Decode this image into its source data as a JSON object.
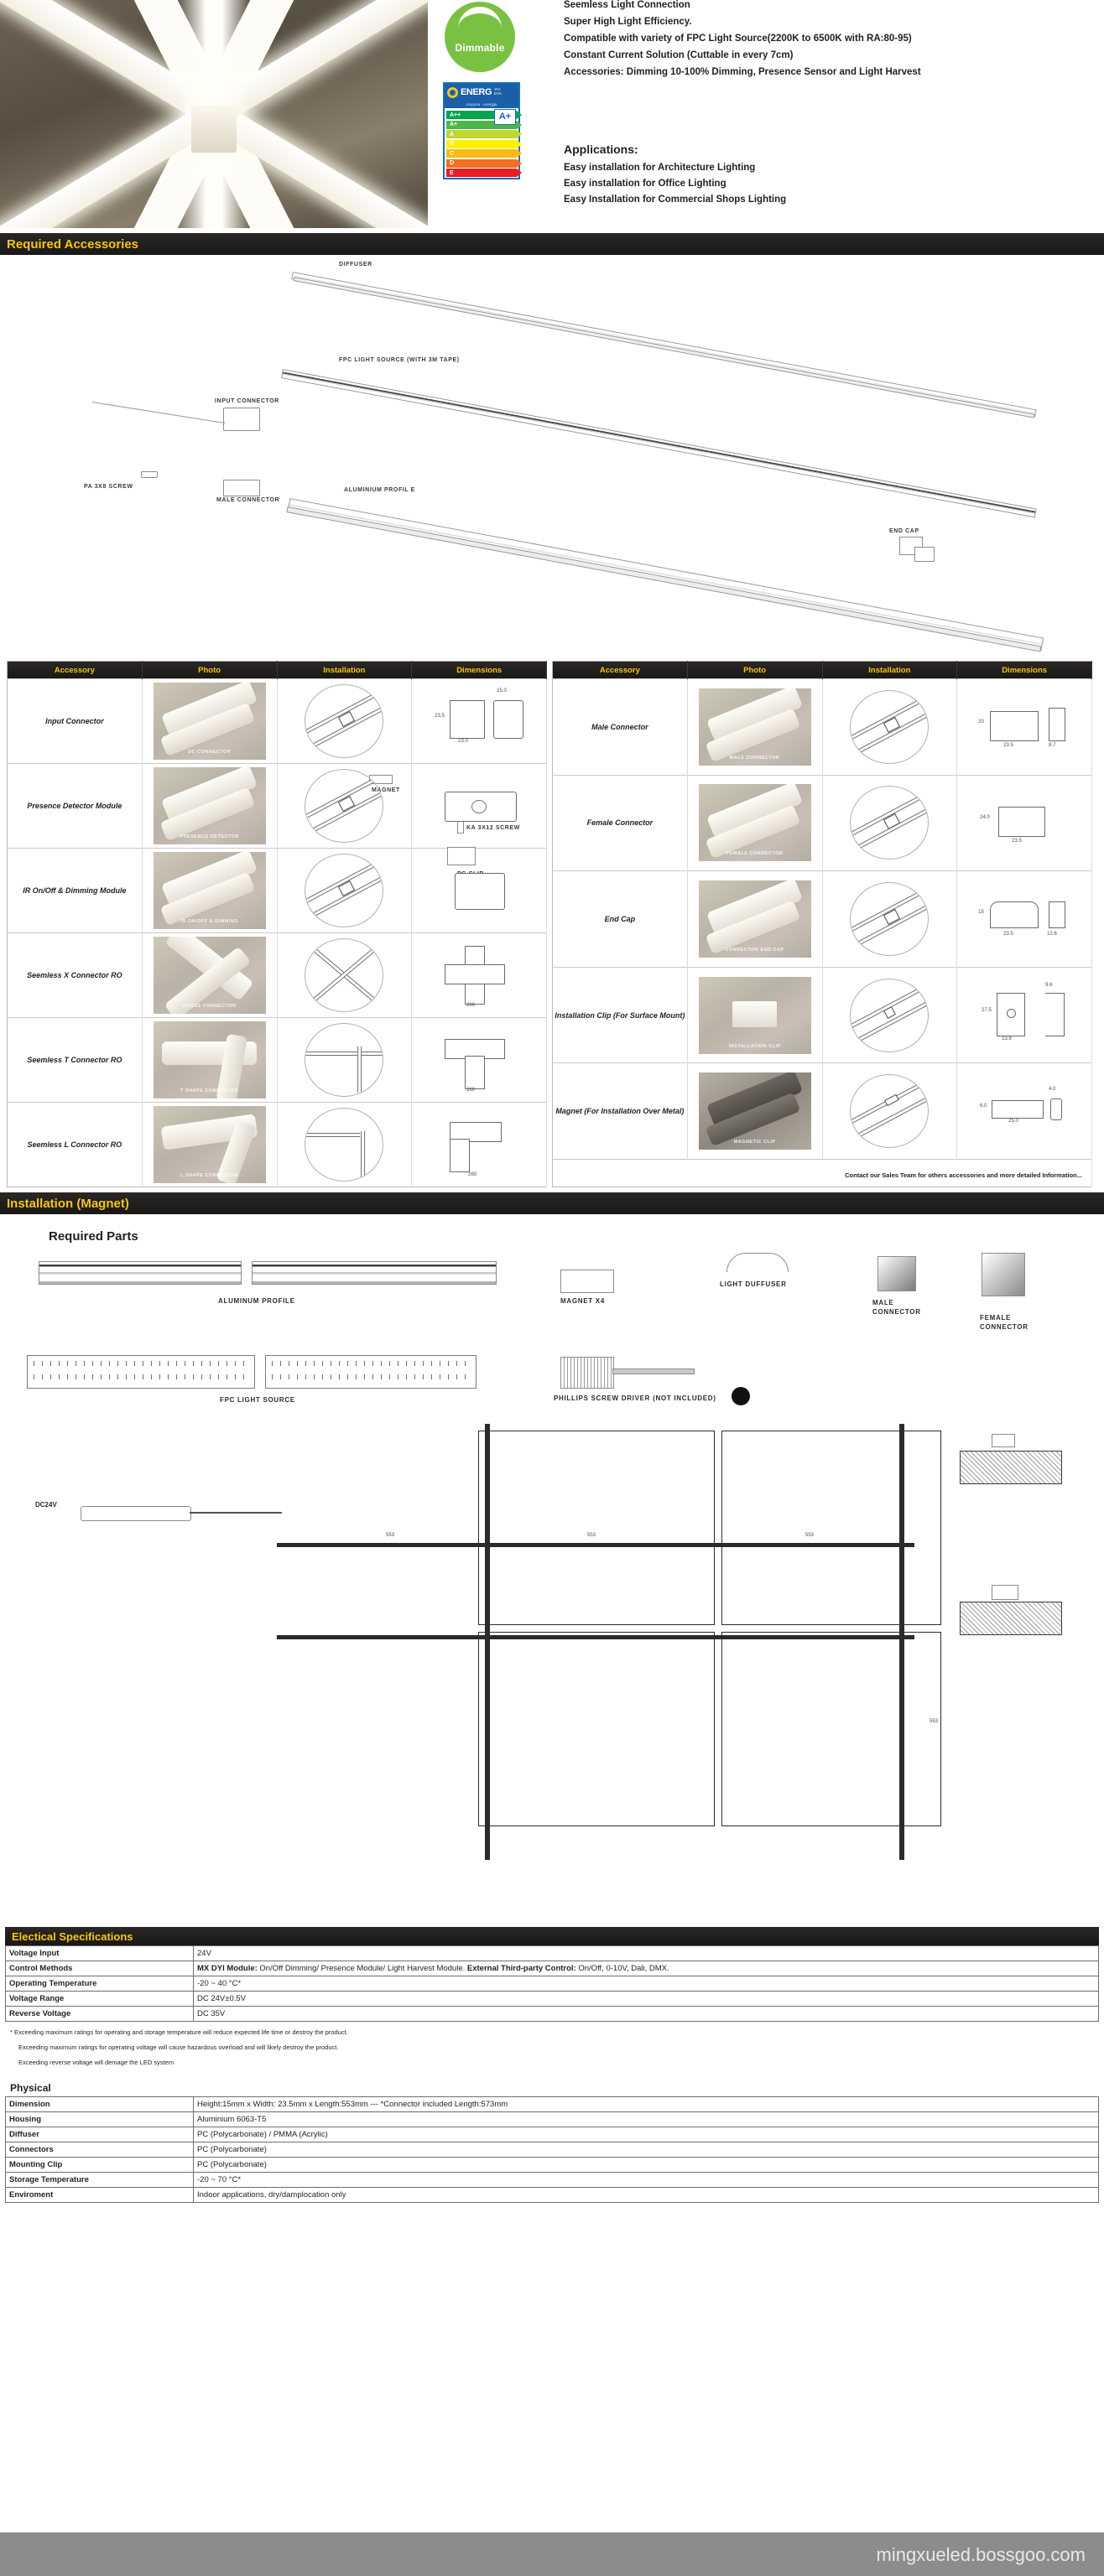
{
  "hero": {
    "badges": {
      "dimmable_label": "Dimmable",
      "energy_label": "ENERG",
      "energy_sub": "ενεργεια · energija",
      "energy_corner_lines": [
        "Y IA",
        "E VA"
      ],
      "energy_class": "A+",
      "energy_bars": [
        "A++",
        "A+",
        "A",
        "B",
        "C",
        "D",
        "E"
      ]
    },
    "features": [
      "Seemless Light Connection",
      "Super High Light Efficiency.",
      "Compatible with variety of FPC Light Source(2200K to 6500K with RA:80-95)",
      "Constant Current Solution (Cuttable in every 7cm)",
      "Accessories: Dimming 10-100% Dimming, Presence Sensor and Light Harvest"
    ],
    "applications_title": "Applications:",
    "applications": [
      "Easy installation for Architecture Lighting",
      "Easy installation for Office Lighting",
      "Easy Installation for Commercial Shops Lighting"
    ]
  },
  "sections": {
    "required_accessories": "Required Accessories",
    "installation_magnet": "Installation (Magnet)",
    "electrical_specifications": "Electical Specifications",
    "physical": "Physical"
  },
  "exploded_labels": {
    "diffuser": "Diffuser",
    "fpc_light_source": "FPC Light Source (with 3M Tape)",
    "input_connector": "Input Connector",
    "pa_screw": "PA 3x8 Screw",
    "male_connector": "Male Connector",
    "aluminium_profile": "Aluminium Profil e",
    "magnet": "Magnet",
    "ka_screw": "KA 3x12 Screw",
    "pc_clip": "PC Clip",
    "end_cap": "End Cap"
  },
  "accessory_table": {
    "headers": [
      "Accessory",
      "Photo",
      "Installation",
      "Dimensions"
    ],
    "left_rows": [
      {
        "name": "Input Connector",
        "photo_caption": "DC Connector",
        "dims": [
          "15.0",
          "23.5",
          "23.0"
        ]
      },
      {
        "name": "Presence Detector Module",
        "photo_caption": "Presence Detector",
        "dims": [
          ""
        ]
      },
      {
        "name": "IR On/Off & Dimming Module",
        "photo_caption": "IR On/Off & Dimming",
        "dims": [
          ""
        ]
      },
      {
        "name": "Seemless X Connector RO",
        "photo_caption": "Cross Connector",
        "dims": [
          "260"
        ]
      },
      {
        "name": "Seemless T Connector RO",
        "photo_caption": "T Shape Connector",
        "dims": [
          "260"
        ]
      },
      {
        "name": "Seemless L Connector RO",
        "photo_caption": "L Shape Connector",
        "dims": [
          "260"
        ]
      }
    ],
    "right_rows": [
      {
        "name": "Male Connector",
        "photo_caption": "Male Connector",
        "dims": [
          "20",
          "23.5",
          "8.7"
        ]
      },
      {
        "name": "Female Connector",
        "photo_caption": "Female Connector",
        "dims": [
          "24.0",
          "23.5"
        ]
      },
      {
        "name": "End Cap",
        "photo_caption": "Connector End Cap",
        "dims": [
          "15",
          "23.5",
          "12.6"
        ]
      },
      {
        "name": "Installation Clip (For Surface Mount)",
        "photo_caption": "Installation Clip",
        "dims": [
          "27.5",
          "13.8",
          "9.6"
        ]
      },
      {
        "name": "Magnet (For Installation Over Metal)",
        "photo_caption": "Magnetic Clip",
        "dims": [
          "6.0",
          "25.0",
          "4.0"
        ]
      }
    ],
    "footer_note": "Contact our Sales Team for others accessories and more detailed Information..."
  },
  "required_parts": {
    "title": "Required Parts",
    "items": [
      {
        "label": "Aluminum Profile"
      },
      {
        "label": "Magnet X4"
      },
      {
        "label": "Light Duffuser"
      },
      {
        "label": "Male Connector"
      },
      {
        "label": "Female Connector"
      },
      {
        "label": "FPC Light Source"
      },
      {
        "label": "Phillips Screw Driver (Not included)"
      }
    ]
  },
  "installation_drawing": {
    "power_label": "DC24V"
  },
  "electrical_specifications": {
    "rows": [
      {
        "key": "Voltage Input",
        "value": "24V"
      },
      {
        "key": "Control Methods",
        "value_bold_1": "MX DYI Module:",
        "value_mid": " On/Off Dimming/ Presence Module/ Light Harvest Module. ",
        "value_bold_2": "External Third-party Control:",
        "value_end": " On/Off, 0-10V, Dali, DMX."
      },
      {
        "key": "Operating Temperature",
        "value": "-20 ~ 40  °C*"
      },
      {
        "key": "Voltage Range",
        "value": "DC 24V±0.5V"
      },
      {
        "key": "Reverse Voltage",
        "value": "DC 35V"
      }
    ],
    "notes": [
      "* Exceeding maximum ratings for operating and storage temperature will reduce expected life time or destroy the product.",
      "Exceeding maximum ratings for operating voltage will cause hazardous overload and will likely destroy the product.",
      "Exceeding reverse voltage will demage the LED system"
    ]
  },
  "physical": {
    "rows": [
      {
        "key": "Dimension",
        "value": "Height:15mm x Width: 23.5mm x Length:553mm --- *Connector included Length:573mm"
      },
      {
        "key": "Housing",
        "value": "Aluminium 6063-T5"
      },
      {
        "key": "Diffuser",
        "value": "PC (Polycarbonate) / PMMA (Acrylic)"
      },
      {
        "key": "Connectors",
        "value": "PC (Polycarbonate)"
      },
      {
        "key": "Mounting Clip",
        "value": "PC (Polycarbonate)"
      },
      {
        "key": "Storage Temperature",
        "value": "-20 ~ 70  °C*"
      },
      {
        "key": "Enviroment",
        "value": "Indoor applications, dry/damplocation only"
      }
    ]
  },
  "footer": {
    "watermark": "mingxueled.bossgoo.com"
  }
}
